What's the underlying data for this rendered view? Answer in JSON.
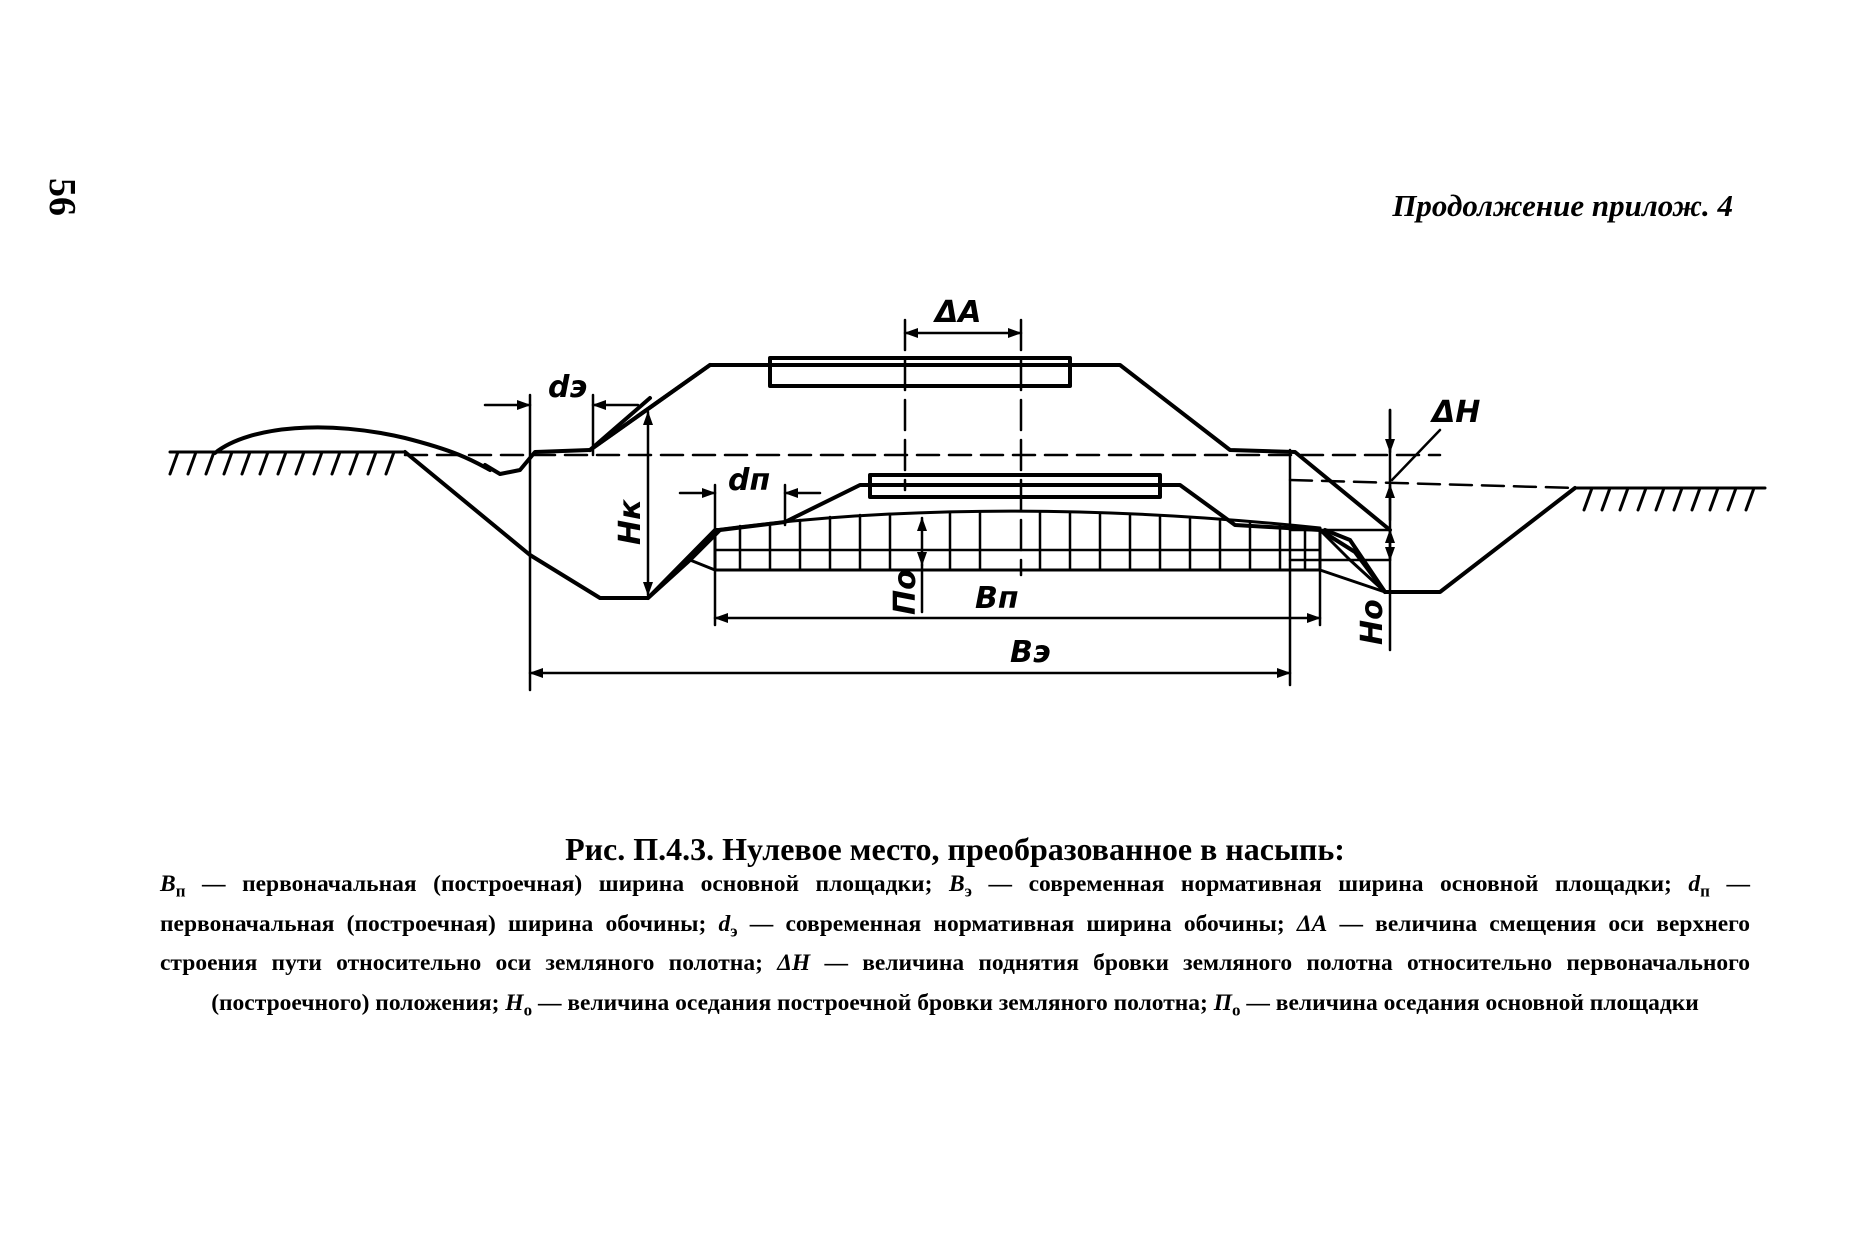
{
  "page": {
    "number": "56",
    "running_header": "Продолжение прилож. 4"
  },
  "figure": {
    "labels": {
      "delta_a": "ΔA",
      "d_e": "dэ",
      "d_p": "dп",
      "delta_h": "ΔH",
      "h_k": "Hк",
      "p_o": "По",
      "b_p": "Bп",
      "b_e": "Bэ",
      "h_o": "Hо"
    }
  },
  "caption": {
    "title": "Рис. П.4.3. Нулевое место, преобразованное в насыпь:",
    "items": [
      {
        "symbol": "B",
        "sub": "п",
        "sep": " — ",
        "text": "первоначальная (построечная) ширина основной площадки; "
      },
      {
        "symbol": "B",
        "sub": "э",
        "sep": " — ",
        "text": "современная нормативная ширина основной площадки; "
      },
      {
        "symbol": "d",
        "sub": "п",
        "sep": " — ",
        "text": "первоначальная (построечная) ширина обочины; "
      },
      {
        "symbol": "d",
        "sub": "э",
        "sep": " — ",
        "text": "современная нормативная ширина обочины; "
      },
      {
        "symbol": "ΔA",
        "sub": "",
        "sep": " — ",
        "text": "величина смещения оси верхнего строения пути относительно оси земляного полотна; "
      },
      {
        "symbol": "ΔH",
        "sub": "",
        "sep": " — ",
        "text": "величина поднятия бровки земляного полотна относительно первоначального (построечного) положения; "
      },
      {
        "symbol": "H",
        "sub": "о",
        "sep": " — ",
        "text": "величина оседания построечной бровки земляного полотна; "
      },
      {
        "symbol": "П",
        "sub": "о",
        "sep": " — ",
        "text": "величина оседания основной площадки"
      }
    ]
  }
}
